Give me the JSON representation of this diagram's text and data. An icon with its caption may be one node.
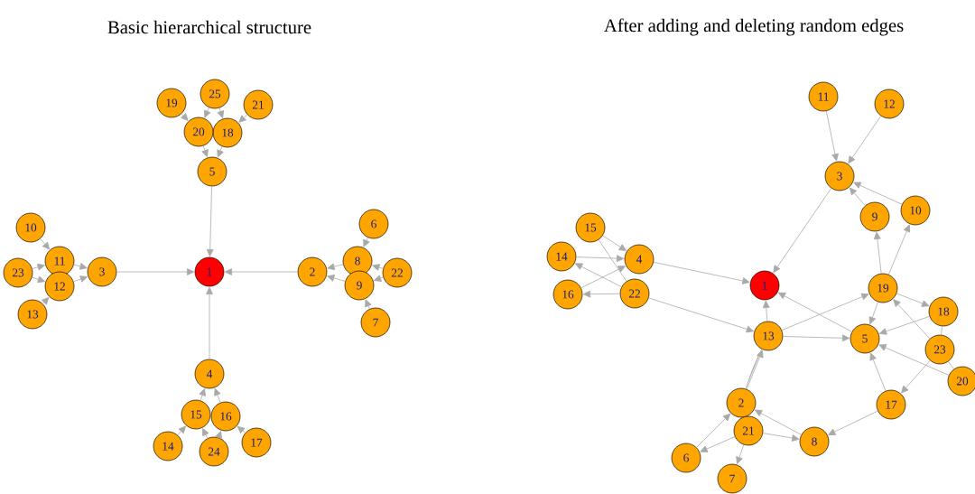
{
  "diagram": {
    "labels": [
      "Basic hierarchical structure",
      "After adding and deleting random edges"
    ],
    "nodes": [
      {
        "text": [
          "1"
        ]
      },
      {
        "text": [
          "2"
        ]
      },
      {
        "text": [
          "3"
        ]
      },
      {
        "text": [
          "4"
        ]
      },
      {
        "text": [
          "5"
        ]
      },
      {
        "text": [
          "6"
        ]
      },
      {
        "text": [
          "7"
        ]
      },
      {
        "text": [
          "8"
        ]
      },
      {
        "text": [
          "9"
        ]
      },
      {
        "text": [
          "10"
        ]
      },
      {
        "text": [
          "11"
        ]
      },
      {
        "text": [
          "12"
        ]
      },
      {
        "text": [
          "13"
        ]
      },
      {
        "text": [
          "14"
        ]
      },
      {
        "text": [
          "15"
        ]
      },
      {
        "text": [
          "16"
        ]
      },
      {
        "text": [
          "17"
        ]
      },
      {
        "text": [
          "18"
        ]
      },
      {
        "text": [
          "19"
        ]
      },
      {
        "text": [
          "20"
        ]
      },
      {
        "text": [
          "21"
        ]
      },
      {
        "text": [
          "22"
        ]
      },
      {
        "text": [
          "23"
        ]
      },
      {
        "text": [
          "24"
        ]
      },
      {
        "text": [
          "25"
        ]
      },
      {
        "text": [
          "1"
        ]
      },
      {
        "text": [
          "2"
        ]
      },
      {
        "text": [
          "3"
        ]
      },
      {
        "text": [
          "4"
        ]
      },
      {
        "text": [
          "5"
        ]
      },
      {
        "text": [
          "6"
        ]
      },
      {
        "text": [
          "7"
        ]
      },
      {
        "text": [
          "8"
        ]
      },
      {
        "text": [
          "9"
        ]
      },
      {
        "text": [
          "10"
        ]
      },
      {
        "text": [
          "11"
        ]
      },
      {
        "text": [
          "12"
        ]
      },
      {
        "text": [
          "13"
        ]
      },
      {
        "text": [
          "14"
        ]
      },
      {
        "text": [
          "15"
        ]
      },
      {
        "text": [
          "16"
        ]
      },
      {
        "text": [
          "17"
        ]
      },
      {
        "text": [
          "18"
        ]
      },
      {
        "text": [
          "19"
        ]
      },
      {
        "text": [
          "20"
        ]
      },
      {
        "text": [
          "21"
        ]
      },
      {
        "text": [
          "22"
        ]
      },
      {
        "text": [
          "23"
        ]
      }
    ],
    "edges": [
      {
        "from": 1,
        "to": 0,
        "arrow": "to"
      },
      {
        "from": 2,
        "to": 0,
        "arrow": "to"
      },
      {
        "from": 3,
        "to": 0,
        "arrow": "to"
      },
      {
        "from": 4,
        "to": 0,
        "arrow": "to"
      },
      {
        "from": 10,
        "to": 2,
        "arrow": "to"
      },
      {
        "from": 11,
        "to": 2,
        "arrow": "to"
      },
      {
        "from": 9,
        "to": 10,
        "arrow": "to"
      },
      {
        "from": 22,
        "to": 10,
        "arrow": "to"
      },
      {
        "from": 22,
        "to": 11,
        "arrow": "to"
      },
      {
        "from": 12,
        "to": 11,
        "arrow": "to"
      },
      {
        "from": 7,
        "to": 1,
        "arrow": "to"
      },
      {
        "from": 8,
        "to": 1,
        "arrow": "to"
      },
      {
        "from": 5,
        "to": 7,
        "arrow": "to"
      },
      {
        "from": 21,
        "to": 7,
        "arrow": "to"
      },
      {
        "from": 21,
        "to": 8,
        "arrow": "to"
      },
      {
        "from": 6,
        "to": 8,
        "arrow": "to"
      },
      {
        "from": 14,
        "to": 3,
        "arrow": "to"
      },
      {
        "from": 15,
        "to": 3,
        "arrow": "to"
      },
      {
        "from": 13,
        "to": 14,
        "arrow": "to"
      },
      {
        "from": 23,
        "to": 14,
        "arrow": "to"
      },
      {
        "from": 23,
        "to": 15,
        "arrow": "to"
      },
      {
        "from": 16,
        "to": 15,
        "arrow": "to"
      },
      {
        "from": 19,
        "to": 4,
        "arrow": "to"
      },
      {
        "from": 17,
        "to": 4,
        "arrow": "to"
      },
      {
        "from": 18,
        "to": 19,
        "arrow": "to"
      },
      {
        "from": 24,
        "to": 19,
        "arrow": "to"
      },
      {
        "from": 24,
        "to": 17,
        "arrow": "to"
      },
      {
        "from": 20,
        "to": 17,
        "arrow": "to"
      },
      {
        "from": 35,
        "to": 27,
        "arrow": "to"
      },
      {
        "from": 36,
        "to": 27,
        "arrow": "to"
      },
      {
        "from": 27,
        "to": 25,
        "arrow": "to"
      },
      {
        "from": 34,
        "to": 27,
        "arrow": "to"
      },
      {
        "from": 33,
        "to": 27,
        "arrow": "to"
      },
      {
        "from": 43,
        "to": 33,
        "arrow": "to"
      },
      {
        "from": 43,
        "to": 34,
        "arrow": "to"
      },
      {
        "from": 43,
        "to": 42,
        "arrow": "to"
      },
      {
        "from": 43,
        "to": 29,
        "arrow": "to"
      },
      {
        "from": 37,
        "to": 43,
        "arrow": "to"
      },
      {
        "from": 29,
        "to": 25,
        "arrow": "to"
      },
      {
        "from": 37,
        "to": 29,
        "arrow": "to"
      },
      {
        "from": 37,
        "to": 25,
        "arrow": "to"
      },
      {
        "from": 42,
        "to": 29,
        "arrow": "to"
      },
      {
        "from": 47,
        "to": 43,
        "arrow": "to"
      },
      {
        "from": 42,
        "to": 47,
        "arrow": "none"
      },
      {
        "from": 44,
        "to": 29,
        "arrow": "to"
      },
      {
        "from": 44,
        "to": 47,
        "arrow": "none"
      },
      {
        "from": 47,
        "to": 41,
        "arrow": "to"
      },
      {
        "from": 41,
        "to": 29,
        "arrow": "to"
      },
      {
        "from": 41,
        "to": 32,
        "arrow": "to"
      },
      {
        "from": 32,
        "to": 26,
        "arrow": "to"
      },
      {
        "from": 45,
        "to": 32,
        "arrow": "to"
      },
      {
        "from": 26,
        "to": 37,
        "arrow": "to"
      },
      {
        "from": 26,
        "to": 37,
        "arrow": "none"
      },
      {
        "from": 30,
        "to": 26,
        "arrow": "to"
      },
      {
        "from": 45,
        "to": 30,
        "arrow": "to"
      },
      {
        "from": 45,
        "to": 31,
        "arrow": "to"
      },
      {
        "from": 46,
        "to": 37,
        "arrow": "to"
      },
      {
        "from": 46,
        "to": 40,
        "arrow": "to"
      },
      {
        "from": 28,
        "to": 25,
        "arrow": "to"
      },
      {
        "from": 39,
        "to": 28,
        "arrow": "to"
      },
      {
        "from": 38,
        "to": 28,
        "arrow": "to"
      },
      {
        "from": 40,
        "to": 28,
        "arrow": "to"
      },
      {
        "from": 46,
        "to": 38,
        "arrow": "to"
      },
      {
        "from": 39,
        "to": 46,
        "arrow": "none"
      }
    ]
  }
}
